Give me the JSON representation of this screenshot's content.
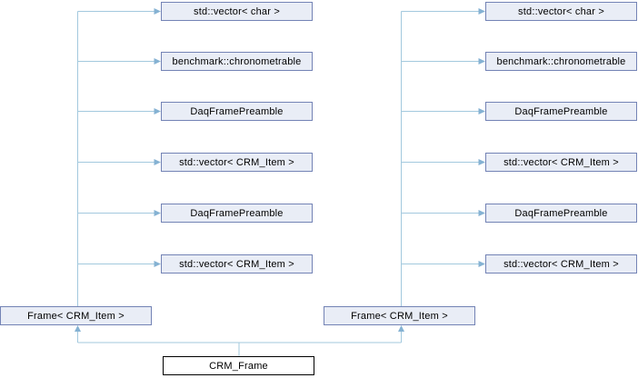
{
  "diagram": {
    "type": "class-collaboration-graph",
    "background": "#ffffff",
    "colors": {
      "node_fill": "#e9edf6",
      "node_border": "#7383b5",
      "main_node_fill": "#ffffff",
      "main_node_border": "#000000",
      "edge": "#a3c9de",
      "arrow": "#85b2d3",
      "text": "#000000"
    },
    "nodes": [
      {
        "id": "vec-char-left",
        "label": "std::vector< char >",
        "kind": "class"
      },
      {
        "id": "chronometrable-left",
        "label": "benchmark::chronometrable",
        "kind": "class"
      },
      {
        "id": "daq-preamble-1-left",
        "label": "DaqFramePreamble",
        "kind": "class"
      },
      {
        "id": "vec-crm-item-1-left",
        "label": "std::vector< CRM_Item >",
        "kind": "class"
      },
      {
        "id": "daq-preamble-2-left",
        "label": "DaqFramePreamble",
        "kind": "class"
      },
      {
        "id": "vec-crm-item-2-left",
        "label": "std::vector< CRM_Item >",
        "kind": "class"
      },
      {
        "id": "vec-char-right",
        "label": "std::vector< char >",
        "kind": "class"
      },
      {
        "id": "chronometrable-right",
        "label": "benchmark::chronometrable",
        "kind": "class"
      },
      {
        "id": "daq-preamble-1-right",
        "label": "DaqFramePreamble",
        "kind": "class"
      },
      {
        "id": "vec-crm-item-1-right",
        "label": "std::vector< CRM_Item >",
        "kind": "class"
      },
      {
        "id": "daq-preamble-2-right",
        "label": "DaqFramePreamble",
        "kind": "class"
      },
      {
        "id": "vec-crm-item-2-right",
        "label": "std::vector< CRM_Item >",
        "kind": "class"
      },
      {
        "id": "frame-left",
        "label": "Frame< CRM_Item >",
        "kind": "class"
      },
      {
        "id": "frame-right",
        "label": "Frame< CRM_Item >",
        "kind": "class"
      },
      {
        "id": "crm-frame",
        "label": "CRM_Frame",
        "kind": "main"
      }
    ],
    "edges": [
      {
        "from": "frame-left",
        "to": "vec-char-left",
        "kind": "usage"
      },
      {
        "from": "frame-left",
        "to": "chronometrable-left",
        "kind": "usage"
      },
      {
        "from": "frame-left",
        "to": "daq-preamble-1-left",
        "kind": "usage"
      },
      {
        "from": "frame-left",
        "to": "vec-crm-item-1-left",
        "kind": "usage"
      },
      {
        "from": "frame-left",
        "to": "daq-preamble-2-left",
        "kind": "usage"
      },
      {
        "from": "frame-left",
        "to": "vec-crm-item-2-left",
        "kind": "usage"
      },
      {
        "from": "frame-right",
        "to": "vec-char-right",
        "kind": "usage"
      },
      {
        "from": "frame-right",
        "to": "chronometrable-right",
        "kind": "usage"
      },
      {
        "from": "frame-right",
        "to": "daq-preamble-1-right",
        "kind": "usage"
      },
      {
        "from": "frame-right",
        "to": "vec-crm-item-1-right",
        "kind": "usage"
      },
      {
        "from": "frame-right",
        "to": "daq-preamble-2-right",
        "kind": "usage"
      },
      {
        "from": "frame-right",
        "to": "vec-crm-item-2-right",
        "kind": "usage"
      },
      {
        "from": "crm-frame",
        "to": "frame-left",
        "kind": "inheritance"
      },
      {
        "from": "crm-frame",
        "to": "frame-right",
        "kind": "inheritance"
      }
    ]
  }
}
